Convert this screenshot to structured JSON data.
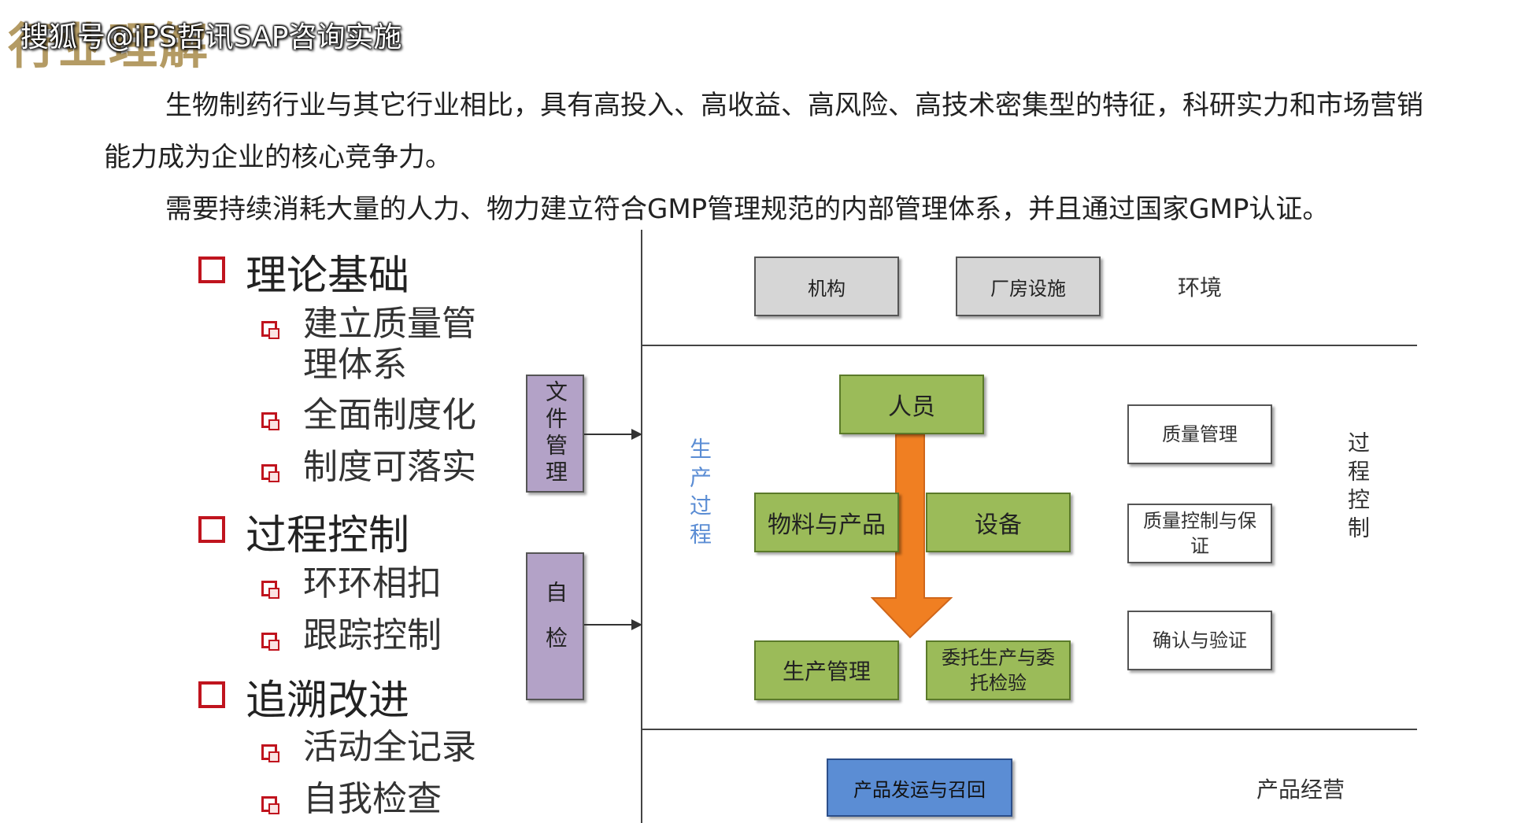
{
  "header": {
    "title": "行业理解",
    "watermark": "搜狐号@iPS哲讯SAP咨询实施"
  },
  "intro": {
    "line1": "生物制药行业与其它行业相比，具有高投入、高收益、高风险、高技术密集型的特征，科研实力和市场营销",
    "line2": "能力成为企业的核心竞争力。",
    "line3": "需要持续消耗大量的人力、物力建立符合GMP管理规范的内部管理体系，并且通过国家GMP认证。"
  },
  "outline": [
    {
      "title": "理论基础",
      "subs": [
        "建立质量管",
        "理体系",
        "全面制度化",
        "制度可落实"
      ]
    },
    {
      "title": "过程控制",
      "subs": [
        "环环相扣",
        "跟踪控制"
      ]
    },
    {
      "title": "追溯改进",
      "subs": [
        "活动全记录",
        "自我检查"
      ]
    }
  ],
  "diagram": {
    "docs_box": "文件管理",
    "self_check_box": "自检",
    "env": {
      "box1": "机构",
      "box2": "厂房设施",
      "label": "环境"
    },
    "production": {
      "label": "生产过程",
      "personnel": "人员",
      "materials": "物料与产品",
      "equipment": "设备",
      "prod_mgmt": "生产管理",
      "outsourcing": "委托生产与委托检验"
    },
    "process_control": {
      "label": "过程控制",
      "qm": "质量管理",
      "qc": "质量控制与保证",
      "validation": "确认与验证"
    },
    "business": {
      "box": "产品发运与召回",
      "label": "产品经营"
    },
    "colors": {
      "accent_red": "#c0141e",
      "green": "#9bbb59",
      "purple": "#b3a2c7",
      "blue": "#5b8dd4",
      "gray": "#d6d6d6",
      "orange": "#f07f22"
    }
  }
}
